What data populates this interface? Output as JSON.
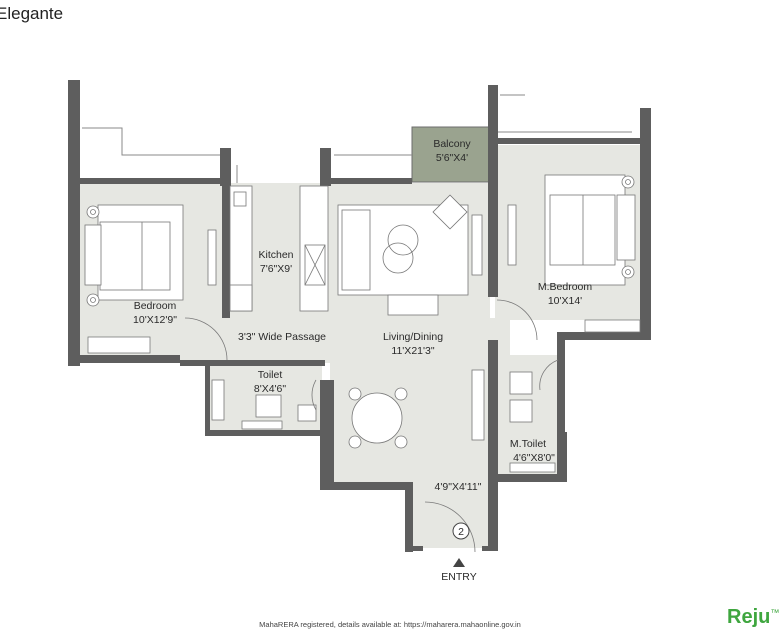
{
  "project_title": "Elegante",
  "rooms": {
    "balcony": {
      "name": "Balcony",
      "size": "5'6\"X4'"
    },
    "kitchen": {
      "name": "Kitchen",
      "size": "7'6\"X9'"
    },
    "bedroom": {
      "name": "Bedroom",
      "size": "10'X12'9\""
    },
    "master_bedroom": {
      "name": "M.Bedroom",
      "size": "10'X14'"
    },
    "passage": {
      "name": "3'3\" Wide Passage"
    },
    "living_dining": {
      "name": "Living/Dining",
      "size": "11'X21'3\""
    },
    "toilet": {
      "name": "Toilet",
      "size": "8'X4'6\""
    },
    "master_toilet": {
      "name": "M.Toilet",
      "size": "4'6\"X8'0\""
    },
    "foyer": {
      "size": "4'9\"X4'11\""
    }
  },
  "entry_label": "ENTRY",
  "entry_marker": "2",
  "footer_text": "MahaRERA registered, details available at: https://maharera.mahaonline.gov.in",
  "brand_logo": "Reju",
  "colors": {
    "wall": "#5e5e5e",
    "floor": "#e6e7e2",
    "balcony_fill": "#9aa38f",
    "furniture": "#ffffff",
    "brand_green": "#3fa63f"
  }
}
